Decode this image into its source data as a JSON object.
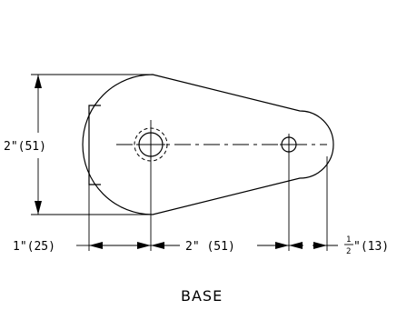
{
  "drawing": {
    "title": "BASE",
    "dimensions": {
      "height": "2\"(51)",
      "left_offset": "1\"(25)",
      "center_distance": "2\" (51)",
      "right_radius_whole": "\"(13)",
      "right_radius_num": "1",
      "right_radius_den": "2"
    }
  }
}
